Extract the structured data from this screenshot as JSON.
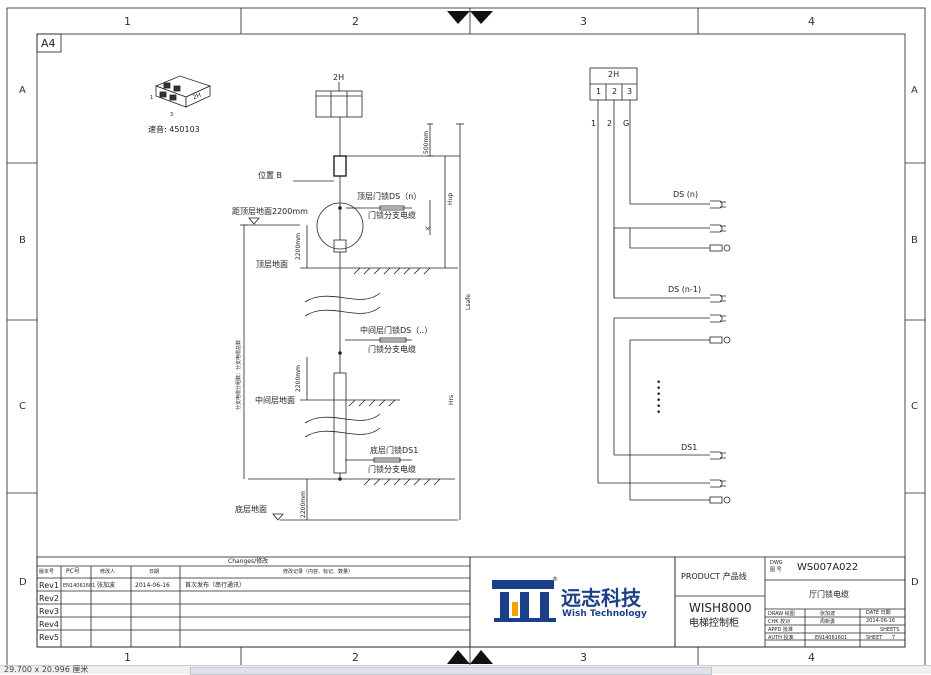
{
  "zones": {
    "columns": [
      "1",
      "2",
      "3",
      "4"
    ],
    "rows": [
      "A",
      "B",
      "C",
      "D"
    ]
  },
  "sheet_size": "A4",
  "connector": {
    "label": "2H",
    "pins": [
      "1",
      "2",
      "3"
    ],
    "wires": [
      "1",
      "2",
      "G"
    ]
  },
  "part": {
    "code": "2H",
    "pin1": "1",
    "pin3": "3",
    "caption": "速音: 450103"
  },
  "labels": {
    "position_b": "位置 B",
    "top_floor_lock": "顶层门锁DS（n）",
    "branch_cable": "门锁分支电缆",
    "dist_top": "距顶层地面2200mm",
    "top_floor": "顶层地面",
    "mid_lock": "中间层门锁DS（..）",
    "mid_floor": "中间层地面",
    "bottom_lock": "底层门锁DS1",
    "bottom_floor": "底层地面",
    "dim_500": "500mm",
    "dim_2200a": "2200mm",
    "dim_2200b": "2200mm",
    "dim_2200c": "2200mm",
    "hup": "Hup",
    "k": "K",
    "lsafe": "Lsafe",
    "hrs": "Hrs",
    "vertical_note": "分支电缆分组数：分支电缆总数"
  },
  "ds": {
    "n": "DS (n)",
    "n1": "DS (n-1)",
    "one": "DS1",
    "dots": "•\n•\n•\n•\n•\n•"
  },
  "changes": {
    "title": "Changes/修改",
    "headers": [
      "版本号",
      "PC号",
      "修改人",
      "日期",
      "修改记录（内容、标记、数量）"
    ],
    "rows": [
      {
        "rev": "Rev1",
        "pc": "EN14061601",
        "by": "张加波",
        "date": "2014-06-16",
        "note": "首次发布（串行通讯）"
      },
      {
        "rev": "Rev2",
        "pc": "",
        "by": "",
        "date": "",
        "note": ""
      },
      {
        "rev": "Rev3",
        "pc": "",
        "by": "",
        "date": "",
        "note": ""
      },
      {
        "rev": "Rev4",
        "pc": "",
        "by": "",
        "date": "",
        "note": ""
      },
      {
        "rev": "Rev5",
        "pc": "",
        "by": "",
        "date": "",
        "note": ""
      }
    ]
  },
  "logo": {
    "name": "远志科技",
    "english": "Wish Technology",
    "reg": "®"
  },
  "title_block": {
    "product_label": "PRODUCT 产品线",
    "product": "WISH8000",
    "product_cn": "电梯控制柜",
    "dwg_label": "DWG",
    "dwg_sub": "图 号",
    "dwg_no": "WS007A022",
    "title": "厅门锁电缆",
    "draw_label": "DRAW 绘图",
    "draw_by": "张加波",
    "date_label": "DATE 日期",
    "date": "2014-06-16",
    "chk_label": "CHK 校对",
    "chk_by": "周新勇",
    "appd_label": "APPD 批准",
    "sheets_label": "SHEETS",
    "auth_label": "AUTH 授准",
    "auth": "EN14061601",
    "sheet_label": "SHEET",
    "sheet": "7"
  },
  "status_bar": {
    "dimensions": "29.700 x 20.996 厘米"
  }
}
